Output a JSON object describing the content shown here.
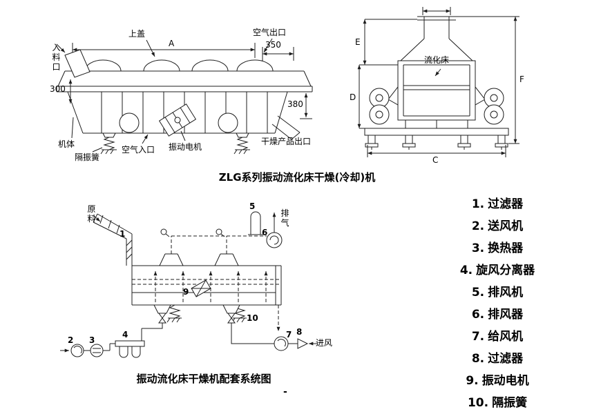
{
  "captions": {
    "main": "ZLG系列振动流化床干燥(冷却)机",
    "schematic": "振动流化床干燥机配套系统图",
    "stray_mark": "-"
  },
  "side_view": {
    "labels": {
      "top_cover": "上盖",
      "air_outlet": "空气出口",
      "feed_inlet": "入料口",
      "body": "机体",
      "damper_spring": "隔振簧",
      "air_inlet": "空气入口",
      "vibration_motor": "振动电机",
      "product_outlet": "干燥产品出口"
    },
    "dims": {
      "a": "A",
      "d350": "350",
      "d300": "300",
      "d380": "380"
    }
  },
  "end_view": {
    "labels": {
      "fluid_bed": "流化床"
    },
    "dims": {
      "c": "C",
      "d": "D",
      "e": "E",
      "f": "F"
    }
  },
  "schematic": {
    "labels": {
      "feed": "原料",
      "exhaust": "排气",
      "air_in": "进风"
    },
    "markers": [
      "1",
      "2",
      "3",
      "4",
      "5",
      "6",
      "7",
      "8",
      "9",
      "10"
    ]
  },
  "legend": {
    "items": [
      {
        "num": "1.",
        "name": "过滤器"
      },
      {
        "num": "2.",
        "name": "送风机"
      },
      {
        "num": "3.",
        "name": "换热器"
      },
      {
        "num": "4.",
        "name": "旋风分离器"
      },
      {
        "num": "5.",
        "name": "排风机"
      },
      {
        "num": "6.",
        "name": "排风器"
      },
      {
        "num": "7.",
        "name": "给风机"
      },
      {
        "num": "8.",
        "name": "过滤器"
      },
      {
        "num": "9.",
        "name": "振动电机"
      },
      {
        "num": "10.",
        "name": "隔振簧"
      }
    ]
  }
}
